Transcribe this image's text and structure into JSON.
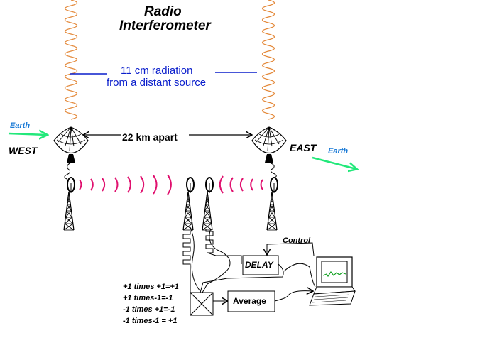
{
  "title": {
    "line1": "Radio",
    "line2": "Interferometer"
  },
  "radiation": {
    "line1": "11 cm radiation",
    "line2": "from a distant source"
  },
  "earth_west": "Earth",
  "earth_east": "Earth",
  "site_west": "WEST",
  "site_east": "EAST",
  "separation": "22 km apart",
  "control": "Control",
  "delay": "DELAY",
  "average": "Average",
  "rules": [
    "+1 times +1=+1",
    "+1 times-1=-1",
    "-1 times +1=-1",
    "-1 times-1 = +1"
  ],
  "colors": {
    "wave": "#e48a3c",
    "signal_arcs": "#e0106e",
    "earth_arrow": "#22e87a",
    "radiation_text": "#0a1ecc",
    "earth_text": "#1a7ad6"
  },
  "icons": [
    "dish-antenna",
    "lattice-tower",
    "multiplier",
    "delay-box",
    "average-box",
    "computer-monitor"
  ]
}
